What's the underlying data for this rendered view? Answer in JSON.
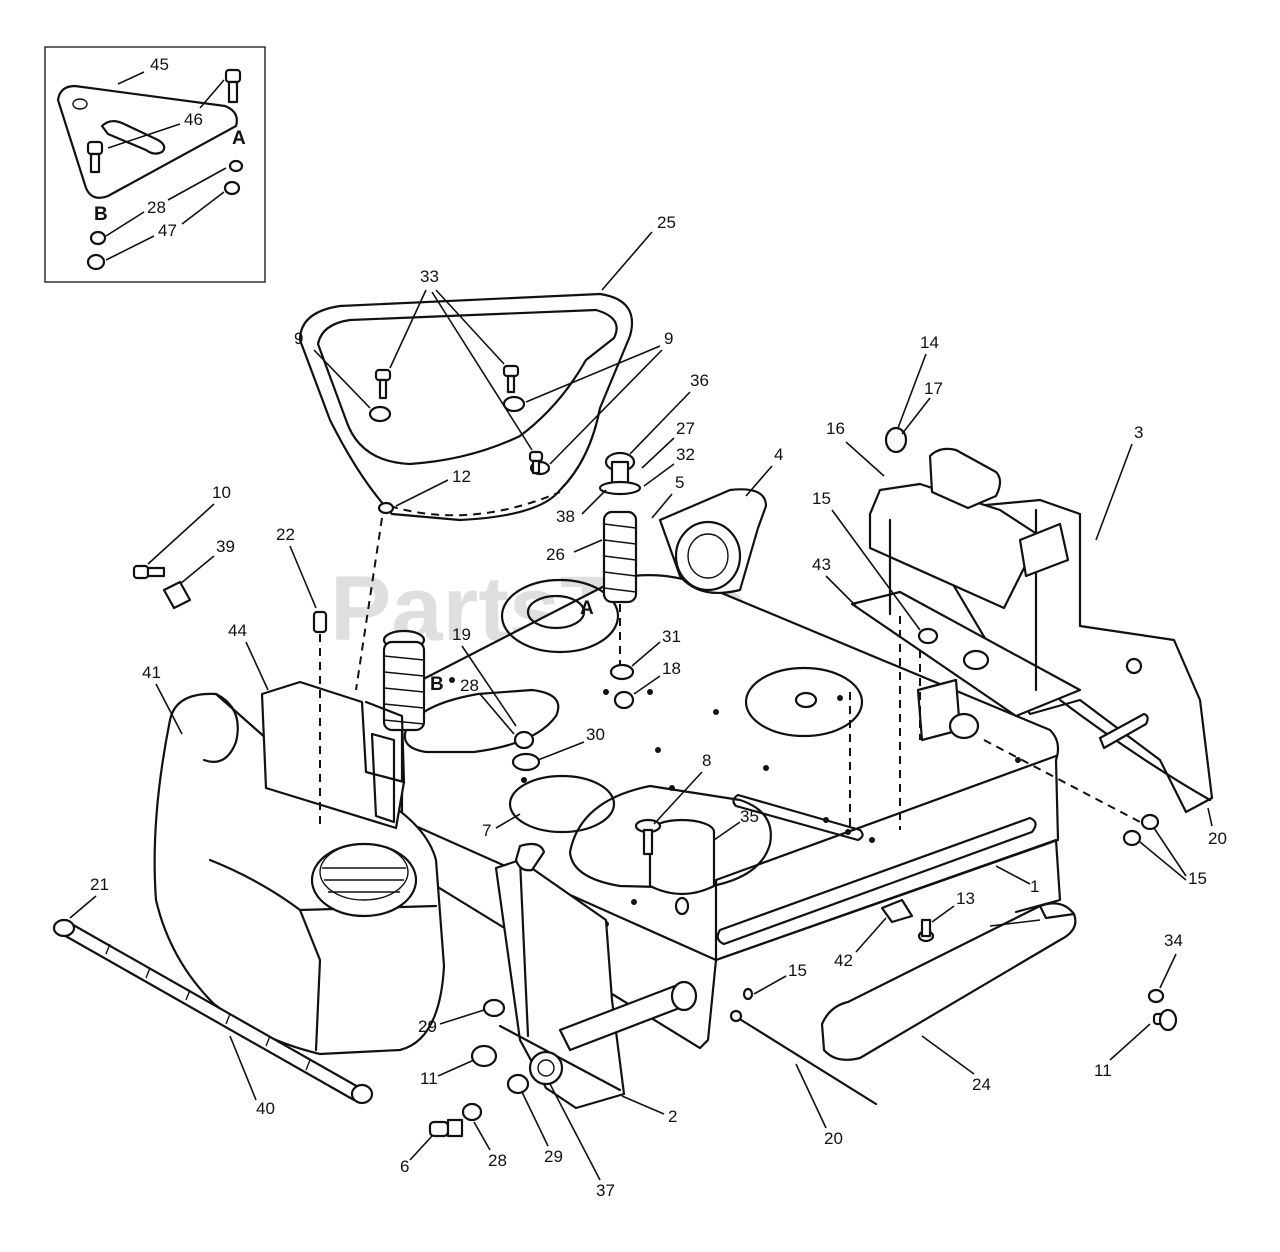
{
  "watermark": "PartsTree",
  "inset": {
    "letter_a": "A",
    "letter_b": "B",
    "labels": {
      "l45": "45",
      "l46": "46",
      "l28": "28",
      "l47": "47"
    }
  },
  "main_letters": {
    "a": "A",
    "b": "B"
  },
  "callouts": {
    "c25": "25",
    "c33": "33",
    "c9a": "9",
    "c9b": "9",
    "c36": "36",
    "c27": "27",
    "c32": "32",
    "c4": "4",
    "c5": "5",
    "c38": "38",
    "c26": "26",
    "c12": "12",
    "c10": "10",
    "c39": "39",
    "c22": "22",
    "c44": "44",
    "c41": "41",
    "c19": "19",
    "c28a": "28",
    "c31": "31",
    "c18": "18",
    "c30": "30",
    "c8": "8",
    "c7": "7",
    "c35": "35",
    "c14": "14",
    "c17": "17",
    "c16": "16",
    "c3": "3",
    "c15a": "15",
    "c43": "43",
    "c20a": "20",
    "c15b": "15",
    "c1": "1",
    "c13": "13",
    "c42": "42",
    "c15c": "15",
    "c21": "21",
    "c40": "40",
    "c29a": "29",
    "c11a": "11",
    "c6": "6",
    "c28b": "28",
    "c29b": "29",
    "c37": "37",
    "c2": "2",
    "c20b": "20",
    "c24": "24",
    "c34": "34",
    "c11b": "11"
  }
}
